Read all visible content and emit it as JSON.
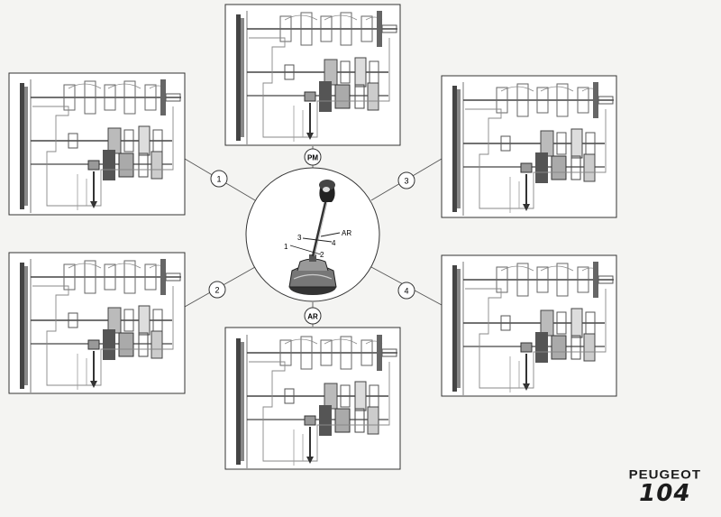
{
  "center": {
    "top_badge": "PM",
    "bottom_badge": "AR",
    "lever_labels": [
      "3",
      "AR",
      "4",
      "1",
      "2"
    ]
  },
  "gears": [
    "1",
    "2",
    "3",
    "4"
  ],
  "brand": {
    "name": "PEUGEOT",
    "model": "104"
  }
}
